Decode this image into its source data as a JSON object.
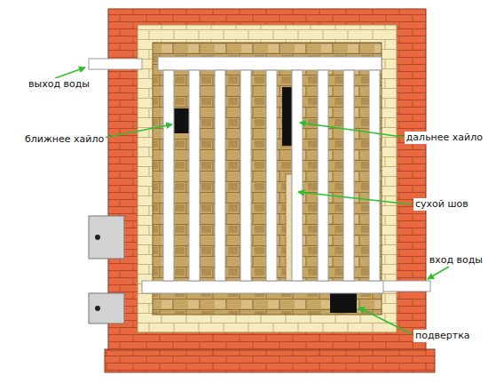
{
  "diagram": {
    "labels": [
      "выход воды",
      "ближнее хайло",
      "дальнее хайло",
      "сухой шов",
      "вход воды",
      "подвертка"
    ]
  }
}
